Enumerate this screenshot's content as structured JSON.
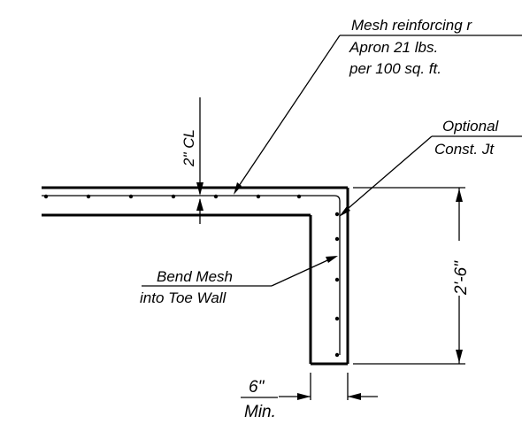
{
  "labels": {
    "mesh_line1": "Mesh reinforcing r",
    "mesh_line2": "Apron 21 lbs.",
    "mesh_line3": "per 100 sq. ft.",
    "optional_line1": "Optional",
    "optional_line2": "Const. Jt",
    "cover": "2\" CL",
    "bend_line1": "Bend Mesh",
    "bend_line2": "into Toe Wall",
    "wall_height": "2'-6\"",
    "min_thickness": "6\"",
    "min_word": "Min."
  }
}
